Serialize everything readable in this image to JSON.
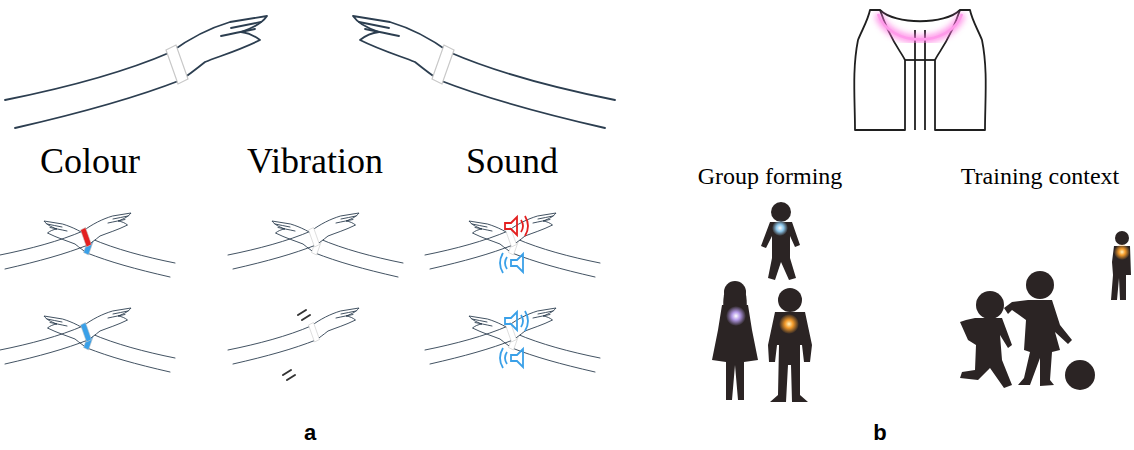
{
  "diagram": {
    "labels": [
      "Colour",
      "Vibration",
      "Sound",
      "Group forming",
      "Training context",
      "a",
      "b"
    ]
  }
}
